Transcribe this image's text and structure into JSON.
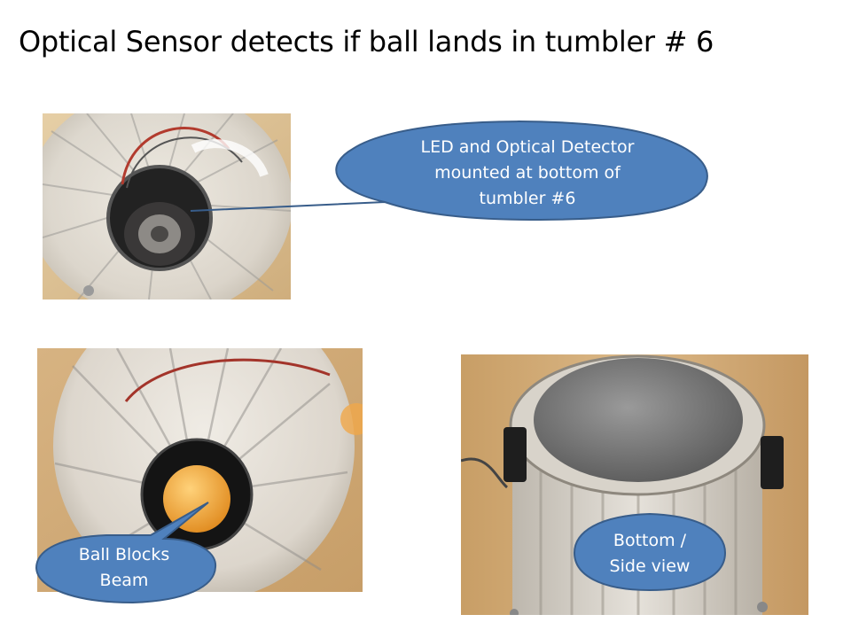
{
  "slide": {
    "title": "Optical Sensor detects if ball lands in tumbler # 6"
  },
  "callouts": [
    {
      "lines": [
        "LED and Optical Detector",
        "mounted at bottom of",
        "tumbler #6"
      ]
    },
    {
      "lines": [
        "Ball Blocks",
        "Beam"
      ]
    },
    {
      "lines": [
        "Bottom /",
        "Side view"
      ]
    }
  ],
  "colors": {
    "callout_fill": "#4f81bd",
    "callout_stroke": "#385d8a",
    "callout_text": "#ffffff",
    "wood": "#d9b98a",
    "ball": "#f0a43a"
  }
}
